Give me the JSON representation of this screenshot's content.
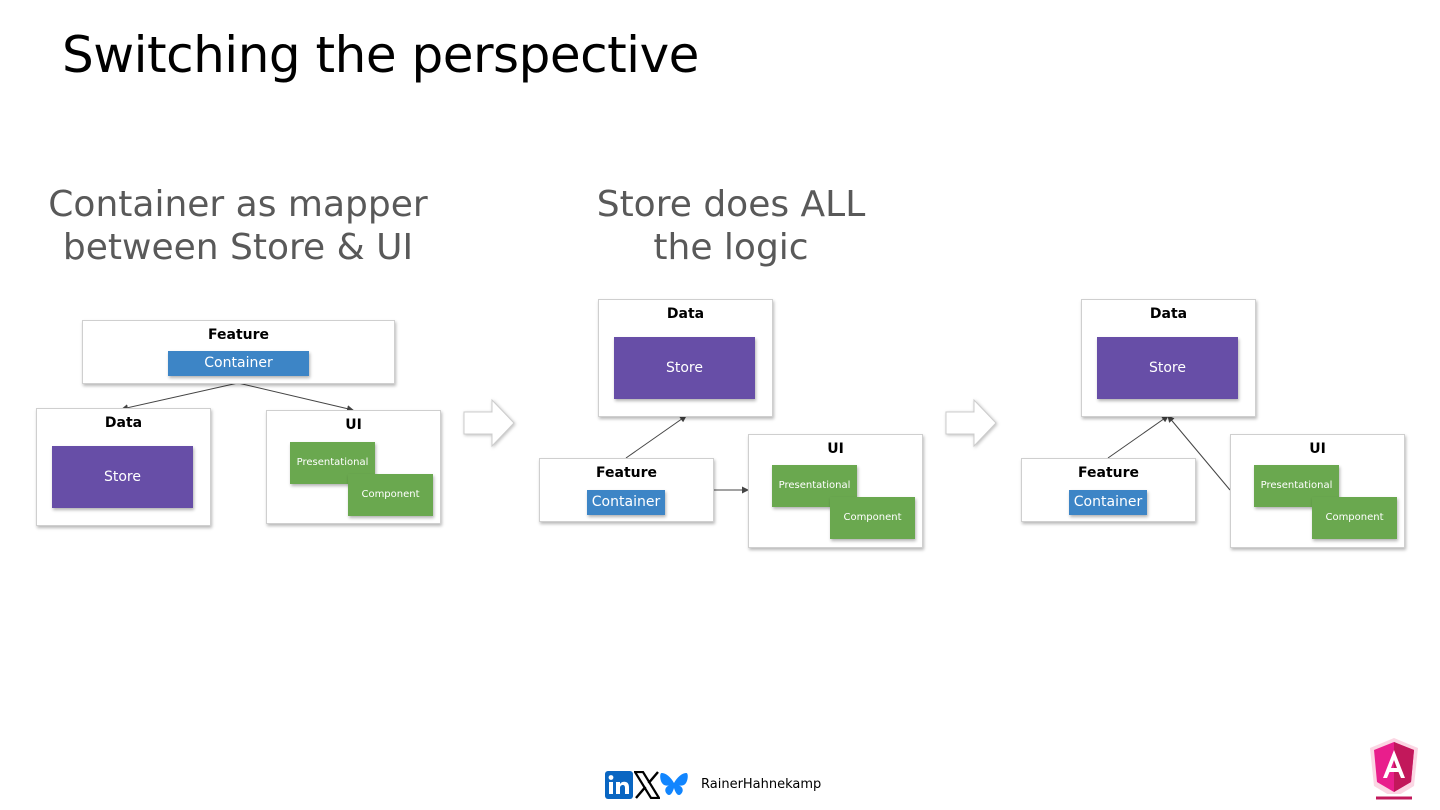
{
  "slide": {
    "title": "Switching the perspective",
    "subtitle_left": "Container as mapper between Store & UI",
    "subtitle_middle": "Store does ALL the logic"
  },
  "labels": {
    "feature": "Feature",
    "data": "Data",
    "ui": "UI",
    "container": "Container",
    "store": "Store",
    "presentational": "Presentational",
    "component": "Component"
  },
  "footer": {
    "handle": "RainerHahnekamp",
    "icons": [
      "linkedin-icon",
      "x-icon",
      "bluesky-icon"
    ],
    "logo": "angular-architects-logo"
  },
  "colors": {
    "container": "#3d85c6",
    "store": "#674ea7",
    "component": "#6aa84f",
    "subtitle": "#595959"
  }
}
